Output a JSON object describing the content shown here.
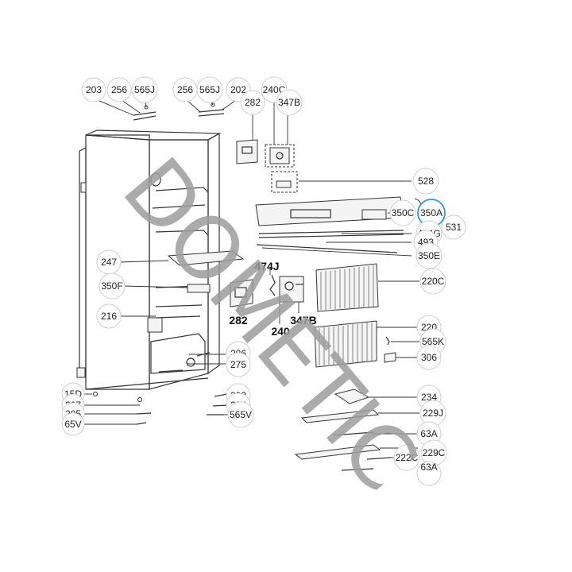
{
  "watermark": "DOMETIC",
  "highlight_color": "#2a9bd6",
  "callouts": {
    "c203": "203",
    "c256a": "256",
    "c565ja": "565J",
    "c256b": "256",
    "c565jb": "565J",
    "c202": "202",
    "c282a": "282",
    "c240ca": "240C",
    "c347ba": "347B",
    "c528": "528",
    "c350c": "350C",
    "c350a": "350A",
    "c474g": "474G",
    "c493": "493",
    "c531": "531",
    "c350e": "350E",
    "c247": "247",
    "c474j": "474J",
    "c220c": "220C",
    "c350f": "350F",
    "c216": "216",
    "c282b": "282",
    "c347bb": "347B",
    "c240b": "240",
    "c220": "220",
    "c565k": "565K",
    "c306": "306",
    "c286": "286",
    "c275": "275",
    "c15d": "15D",
    "c292": "292",
    "c207": "207",
    "c204": "204",
    "c205": "205",
    "c565v": "565V",
    "c65v": "65V",
    "c234": "234",
    "c229j": "229J",
    "c63aa": "63A",
    "c222c": "222C",
    "c229c": "229C",
    "c63ab": "63A"
  }
}
